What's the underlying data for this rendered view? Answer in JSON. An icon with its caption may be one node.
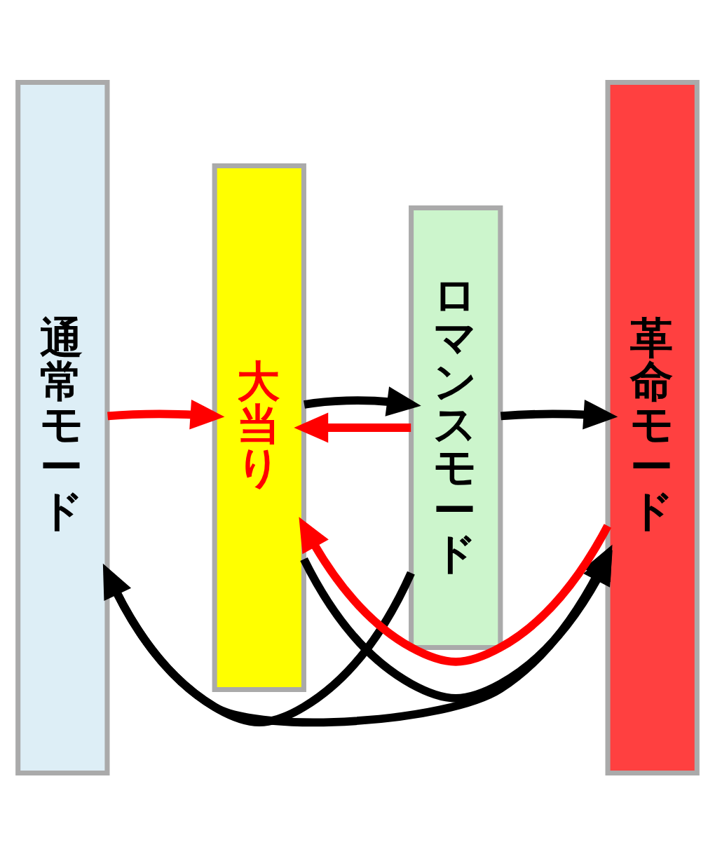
{
  "diagram": {
    "nodes": [
      {
        "text": [
          "通常モード"
        ]
      },
      {
        "text": [
          "大当り"
        ]
      },
      {
        "text": [
          "ロマンスモード"
        ]
      },
      {
        "text": [
          "革命モード"
        ]
      }
    ],
    "edges": [
      {
        "from": 0,
        "to": 3,
        "arrow": "to"
      },
      {
        "from": 3,
        "to": 1,
        "arrow": "to",
        "color": "#ff0000"
      },
      {
        "from": 1,
        "to": 3,
        "arrow": "to"
      },
      {
        "from": 0,
        "to": 1,
        "arrow": "to",
        "color": "#ff0000"
      },
      {
        "from": 2,
        "to": 1,
        "arrow": "to",
        "color": "#ff0000"
      },
      {
        "from": 2,
        "to": 3,
        "arrow": "to"
      },
      {
        "from": 1,
        "to": 2,
        "arrow": "to"
      },
      {
        "from": 2,
        "to": 0,
        "arrow": "to"
      }
    ]
  }
}
